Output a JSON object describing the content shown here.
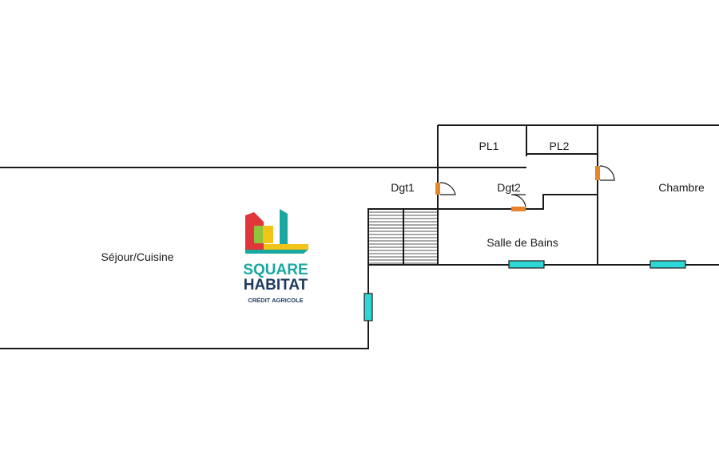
{
  "rooms": {
    "sejour": "Séjour/Cuisine",
    "pl1": "PL1",
    "pl2": "PL2",
    "dgt1": "Dgt1",
    "dgt2": "Dgt2",
    "salle_de_bains": "Salle de Bains",
    "chambre": "Chambre"
  },
  "logo": {
    "line1": "SQUARE",
    "line2": "HABITAT",
    "line3": "CRÉDIT AGRICOLE"
  },
  "colors": {
    "wall": "#1a1a1a",
    "window": "#2fd6d6",
    "door": "#e8852a",
    "logo_teal": "#1aa7a0",
    "logo_navy": "#1f3a60"
  }
}
